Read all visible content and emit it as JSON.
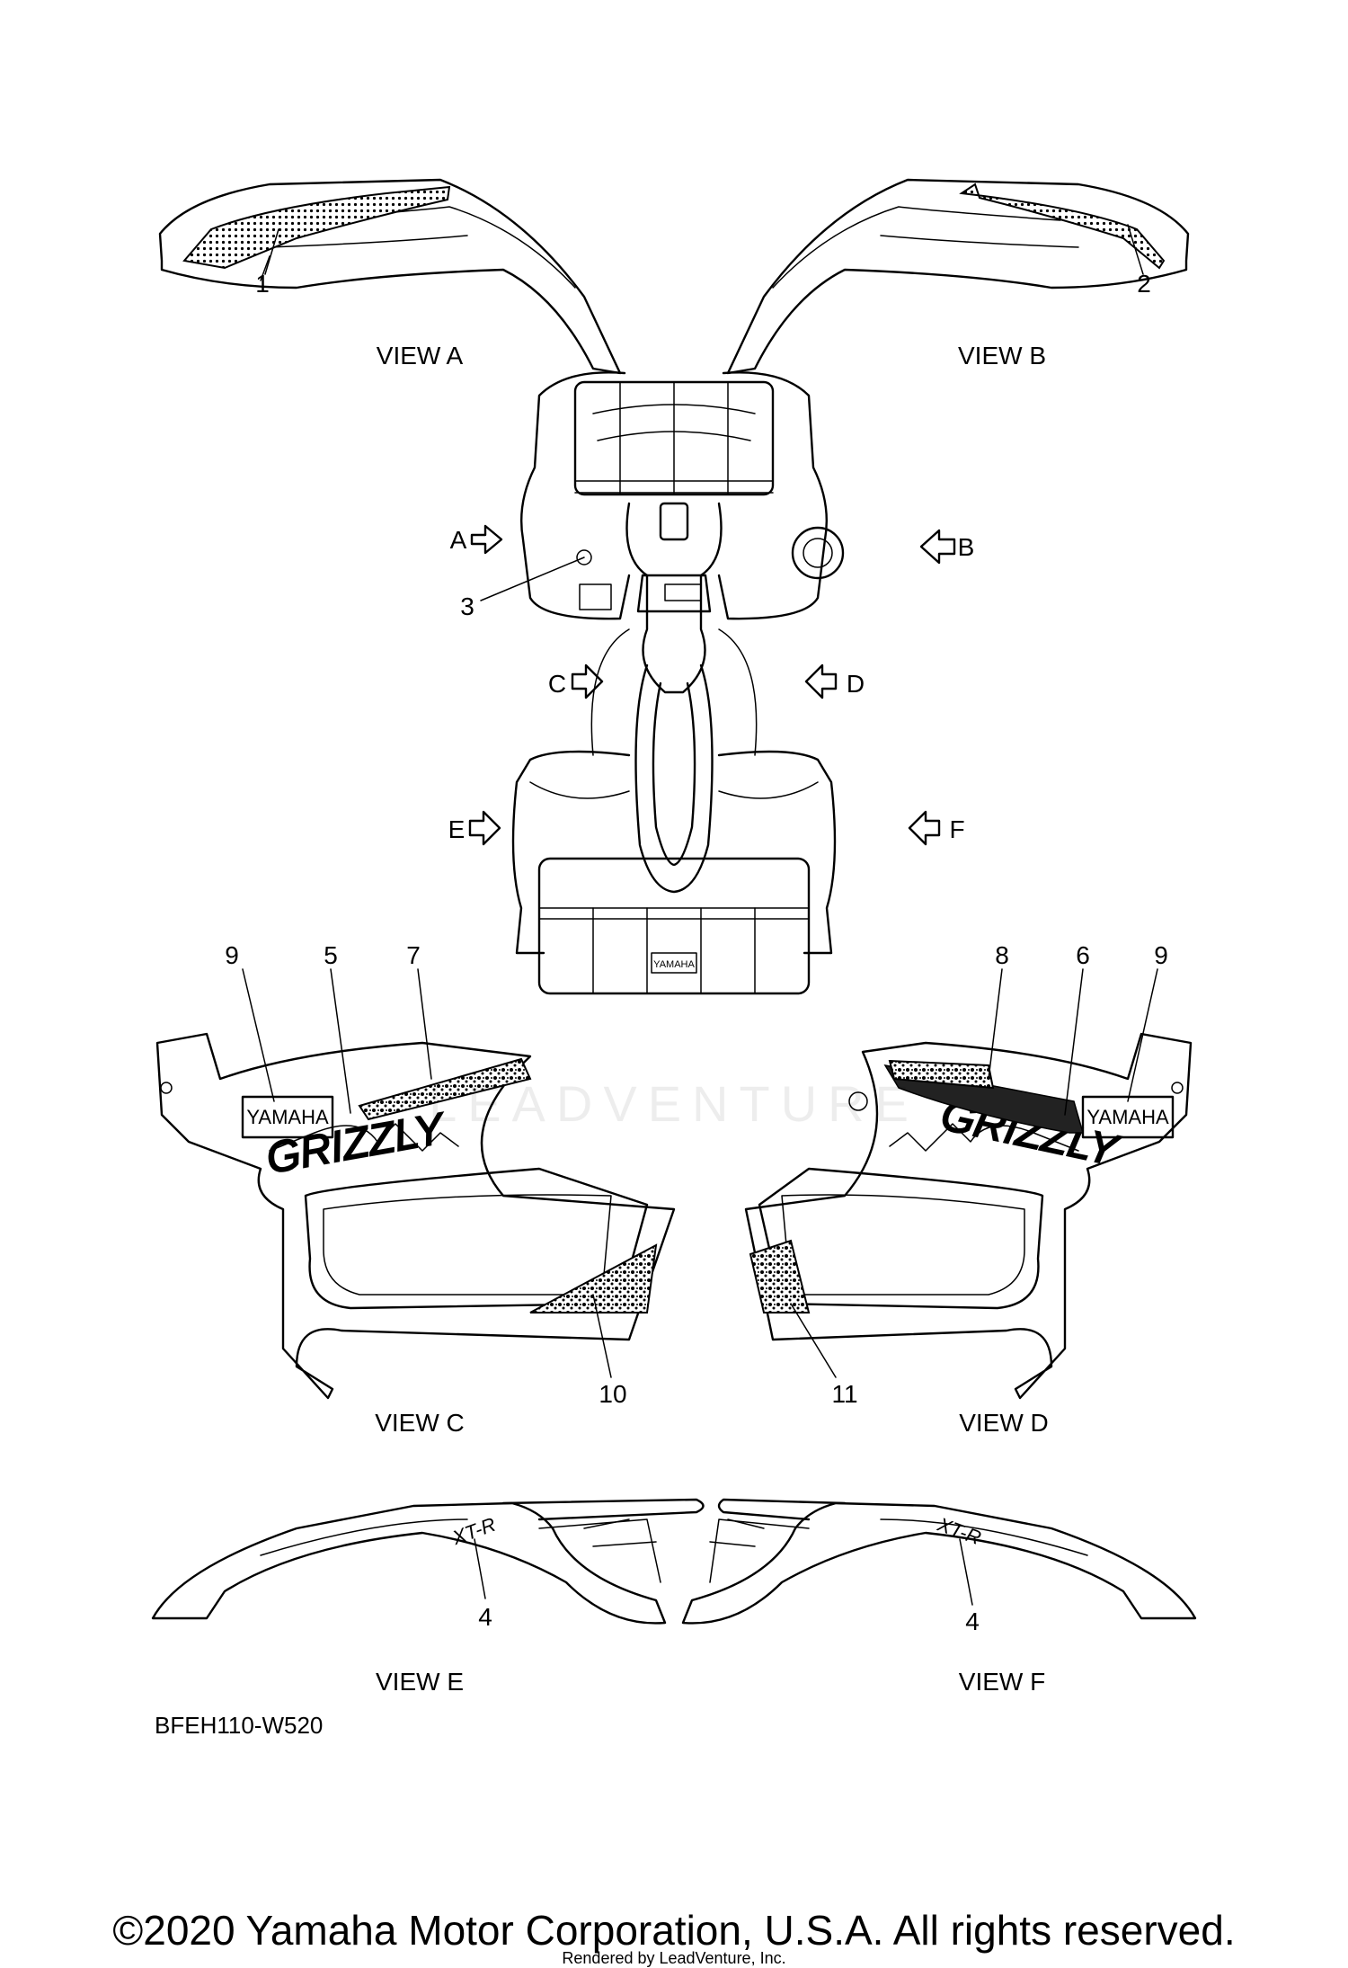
{
  "callouts": [
    "1",
    "2",
    "3",
    "4",
    "4",
    "5",
    "6",
    "7",
    "8",
    "9",
    "9",
    "10",
    "11"
  ],
  "views": {
    "a": "VIEW A",
    "b": "VIEW B",
    "c": "VIEW C",
    "d": "VIEW D",
    "e": "VIEW E",
    "f": "VIEW F"
  },
  "arrows": {
    "a": "A",
    "b": "B",
    "c": "C",
    "d": "D",
    "e": "E",
    "f": "F"
  },
  "decal_text": {
    "yamaha_left": "YAMAHA",
    "yamaha_right": "YAMAHA",
    "grizzly_left": "GRIZZLY",
    "grizzly_right": "GRIZZLY",
    "rack_badge": "YAMAHA",
    "xtr_left": "XT-R",
    "xtr_right": "XT-R"
  },
  "figure_code": "BFEH110-W520",
  "watermark": "LEADVENTURE",
  "copyright": "©2020 Yamaha Motor Corporation, U.S.A. All rights reserved.",
  "rendered_by": "Rendered by LeadVenture, Inc."
}
